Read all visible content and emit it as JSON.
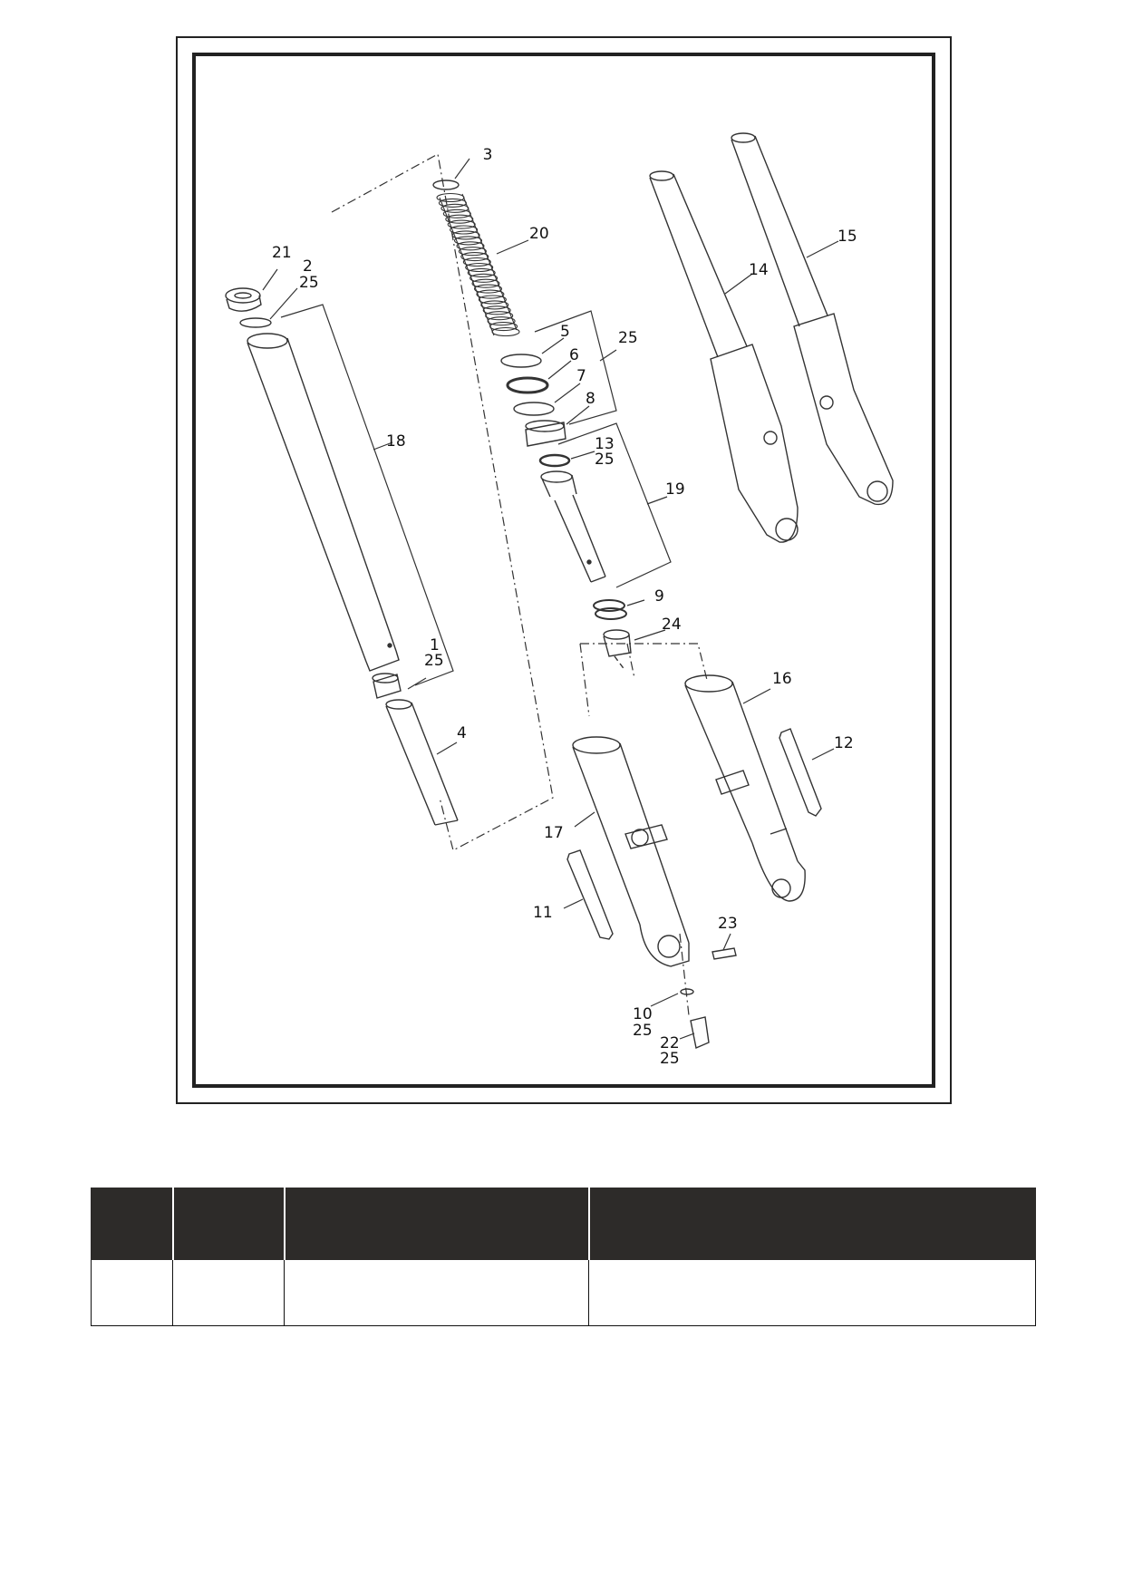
{
  "diagram": {
    "title": "",
    "callouts": {
      "c1": "1",
      "c2": "2",
      "c3": "3",
      "c4": "4",
      "c5": "5",
      "c6": "6",
      "c7": "7",
      "c8": "8",
      "c9": "9",
      "c10": "10",
      "c11": "11",
      "c12": "12",
      "c13": "13",
      "c14": "14",
      "c15": "15",
      "c16": "16",
      "c17": "17",
      "c18": "18",
      "c19": "19",
      "c20": "20",
      "c21": "21",
      "c22": "22",
      "c23": "23",
      "c24": "24",
      "c25_a": "25",
      "c25_b": "25",
      "c25_c": "25",
      "c25_d": "25",
      "c25_e": "25",
      "c25_f": "25"
    }
  },
  "parts_table": {
    "headers": [
      "",
      "",
      "",
      ""
    ],
    "rows": [
      [
        "",
        "",
        "",
        ""
      ]
    ]
  }
}
